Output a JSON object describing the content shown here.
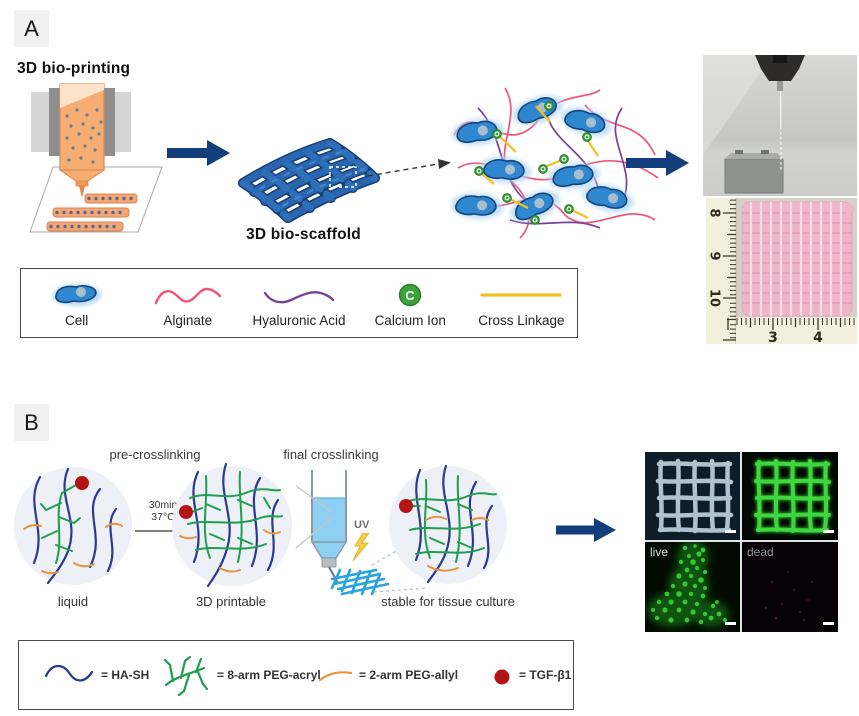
{
  "figure": {
    "panelA": {
      "label": "A",
      "title": "3D bio-printing",
      "scaffold_label": "3D bio-scaffold",
      "legend": [
        {
          "label": "Cell"
        },
        {
          "label": "Alginate"
        },
        {
          "label": "Hyaluronic Acid"
        },
        {
          "label": "Calcium Ion",
          "symbol_letter": "C"
        },
        {
          "label": "Cross Linkage"
        }
      ],
      "photo_ruler": {
        "vertical": [
          "8",
          "9",
          "10"
        ],
        "horizontal": [
          "3",
          "4"
        ]
      }
    },
    "panelB": {
      "label": "B",
      "step1_title": "pre-crosslinking",
      "step2_title": "final crosslinking",
      "transition": {
        "line1": "30min",
        "line2": "37°C"
      },
      "uv_label": "UV",
      "states": {
        "s1": "liquid",
        "s2": "3D printable",
        "s3": "stable for tissue culture"
      },
      "microscopy": {
        "live_label": "live",
        "dead_label": "dead"
      },
      "legend": [
        {
          "label": "= HA-SH"
        },
        {
          "label": "= 8-arm PEG-acryl"
        },
        {
          "label": "= 2-arm PEG-allyl"
        },
        {
          "label": "= TGF-β1"
        }
      ]
    },
    "colors": {
      "arrow_navy": "#133e7c",
      "cell_blue": "#2f87cf",
      "alginate_pink": "#ee5577",
      "hyaluronic_purple": "#7a3f99",
      "calcium_green": "#3aa33a",
      "crosslink_yellow": "#f0c020",
      "ha_sh_navy": "#2b3a8e",
      "peg_acryl_green": "#1f9e4e",
      "peg_allyl_orange": "#e8923f",
      "tgf_red": "#b31312",
      "scaffold_blue": "#2a66b0",
      "fluorescence_green": "#2fc52f"
    }
  }
}
